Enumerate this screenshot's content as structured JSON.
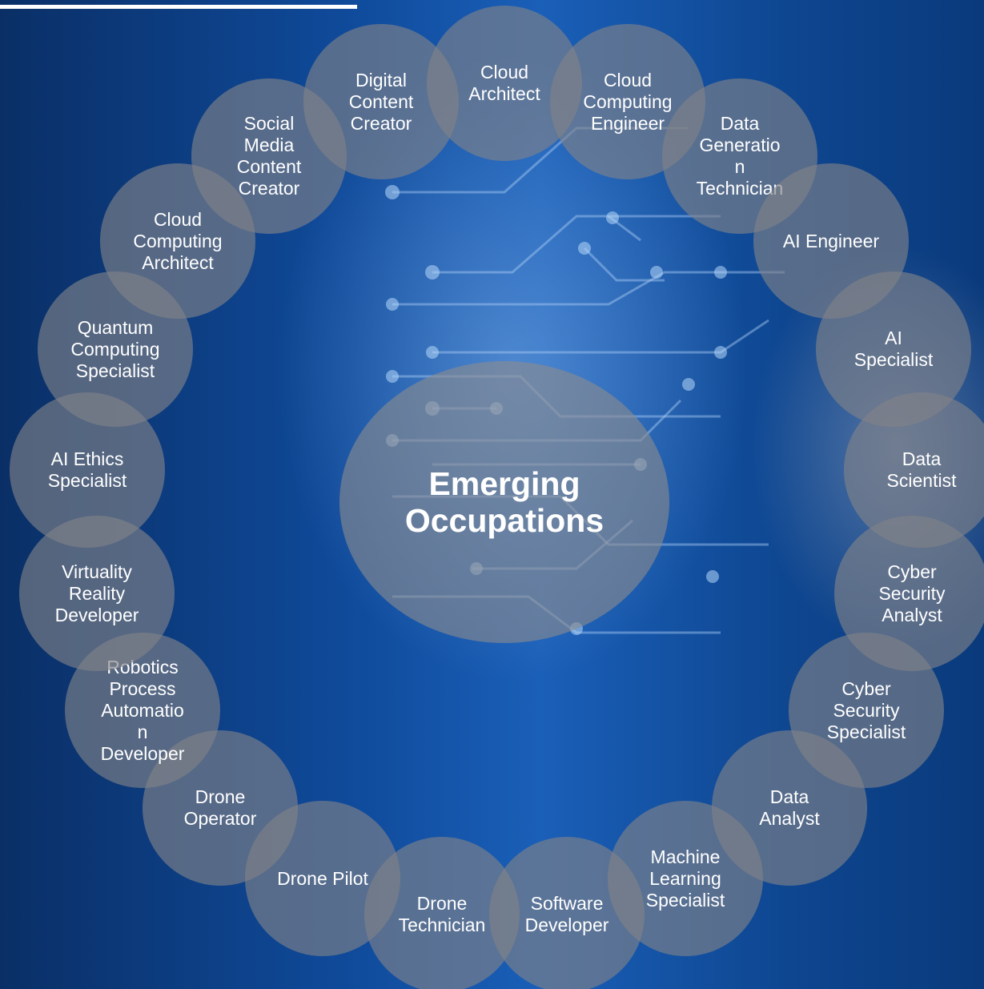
{
  "diagram": {
    "center": {
      "label": "Emerging\nOccupations"
    },
    "occupations": [
      {
        "key": "cloud-architect",
        "label": "Cloud\nArchitect"
      },
      {
        "key": "cloud-computing-engineer",
        "label": "Cloud\nComputing\nEngineer"
      },
      {
        "key": "data-generation-technician",
        "label": "Data\nGeneratio\nn\nTechnician"
      },
      {
        "key": "ai-engineer",
        "label": "AI Engineer"
      },
      {
        "key": "ai-specialist",
        "label": "AI\nSpecialist"
      },
      {
        "key": "data-scientist",
        "label": "Data\nScientist"
      },
      {
        "key": "cyber-security-analyst",
        "label": "Cyber\nSecurity\nAnalyst"
      },
      {
        "key": "cyber-security-specialist",
        "label": "Cyber\nSecurity\nSpecialist"
      },
      {
        "key": "data-analyst",
        "label": "Data\nAnalyst"
      },
      {
        "key": "machine-learning-specialist",
        "label": "Machine\nLearning\nSpecialist"
      },
      {
        "key": "software-developer",
        "label": "Software\nDeveloper"
      },
      {
        "key": "drone-technician",
        "label": "Drone\nTechnician"
      },
      {
        "key": "drone-pilot",
        "label": "Drone Pilot"
      },
      {
        "key": "drone-operator",
        "label": "Drone\nOperator"
      },
      {
        "key": "robotics-process-automation-developer",
        "label": "Robotics\nProcess\nAutomatio\nn\nDeveloper"
      },
      {
        "key": "virtuality-reality-developer",
        "label": "Virtuality\nReality\nDeveloper"
      },
      {
        "key": "ai-ethics-specialist",
        "label": "AI Ethics\nSpecialist"
      },
      {
        "key": "quantum-computing-specialist",
        "label": "Quantum\nComputing\nSpecialist"
      },
      {
        "key": "cloud-computing-architect",
        "label": "Cloud\nComputing\nArchitect"
      },
      {
        "key": "social-media-content-creator",
        "label": "Social\nMedia\nContent\nCreator"
      },
      {
        "key": "digital-content-creator",
        "label": "Digital\nContent\nCreator"
      }
    ]
  },
  "colors": {
    "background": "#0f4a9a",
    "node_fill": "#808288",
    "text": "#ffffff",
    "circuit_lines": "#9fc4f2"
  }
}
